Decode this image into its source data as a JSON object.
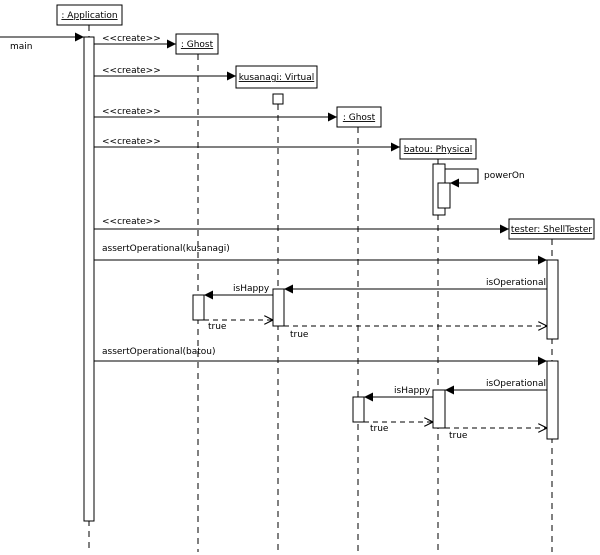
{
  "objects": {
    "application": ": Application",
    "ghost1": ": Ghost",
    "kusanagi": "kusanagi: Virtual",
    "ghost2": ": Ghost",
    "batou": "batou: Physical",
    "tester": "tester: ShellTester"
  },
  "messages": {
    "main": "main",
    "create_ghost1": "<<create>>",
    "create_kusanagi": "<<create>>",
    "create_ghost2": "<<create>>",
    "create_batou": "<<create>>",
    "power_on": "powerOn",
    "create_tester": "<<create>>",
    "assert_kusanagi": "assertOperational(kusanagi)",
    "is_operational_1": "isOperational",
    "is_happy_1": "isHappy",
    "true_1a": "true",
    "true_1b": "true",
    "assert_batou": "assertOperational(batou)",
    "is_operational_2": "isOperational",
    "is_happy_2": "isHappy",
    "true_2a": "true",
    "true_2b": "true"
  }
}
